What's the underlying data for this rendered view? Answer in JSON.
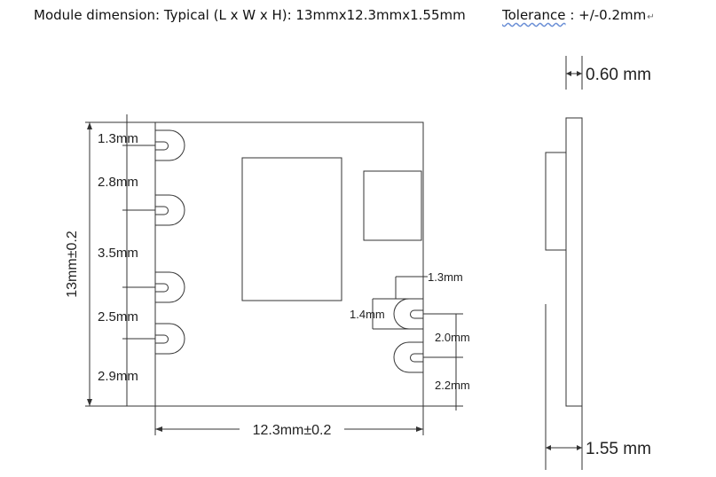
{
  "header": {
    "dimension_text": "Module dimension: Typical (L x W x H): 13mmx12.3mmx1.55mm",
    "tolerance_label": "Tolerance",
    "tolerance_value": ": +/-0.2mm",
    "return_glyph": "↵"
  },
  "front_view": {
    "height_label": "13mm±0.2",
    "width_label": "12.3mm±0.2",
    "left_pitch_labels": [
      "1.3mm",
      "2.8mm",
      "3.5mm",
      "2.5mm",
      "2.9mm"
    ],
    "right_pad_width_label": "1.3mm",
    "right_pad_height_label": "1.4mm",
    "right_pitch_labels": [
      "2.0mm",
      "2.2mm"
    ]
  },
  "side_view": {
    "top_thickness_label": "0.60 mm",
    "total_thickness_label": "1.55 mm"
  },
  "colors": {
    "line": "#333333",
    "text": "#222222",
    "wavy_underline": "#6b8fd6"
  }
}
